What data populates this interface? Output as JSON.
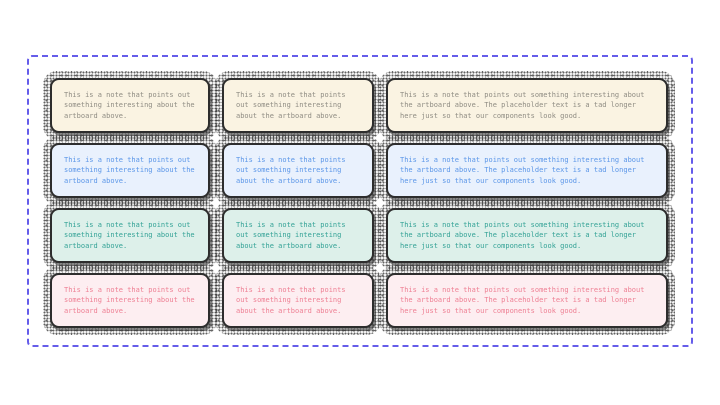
{
  "page": {
    "background": "#ffffff"
  },
  "artboard": {
    "border_color": "#655cea",
    "border_style": "dashed"
  },
  "theme": {
    "card_border_color": "#2d2d2d",
    "shadow_speckle_color": "#2e2e2e"
  },
  "notes": {
    "short_text": "This is a note that points out something interesting about the artboard above.",
    "long_text": "This is a note that points out something interesting about the artboard above. The placeholder text is a tad longer here just so that our components look good."
  },
  "variants": {
    "cream": {
      "bg": "#faf3e2",
      "text": "#8f8c83"
    },
    "blue": {
      "bg": "#e9f1fd",
      "text": "#5b96e8"
    },
    "teal": {
      "bg": "#ddf0ea",
      "text": "#33a296"
    },
    "pink": {
      "bg": "#fdeef1",
      "text": "#ee7f93"
    }
  },
  "grid": {
    "rows": 4,
    "columns": 3,
    "row_variants": [
      "cream",
      "blue",
      "teal",
      "pink"
    ],
    "column_sizes": [
      "short",
      "short",
      "long"
    ]
  }
}
